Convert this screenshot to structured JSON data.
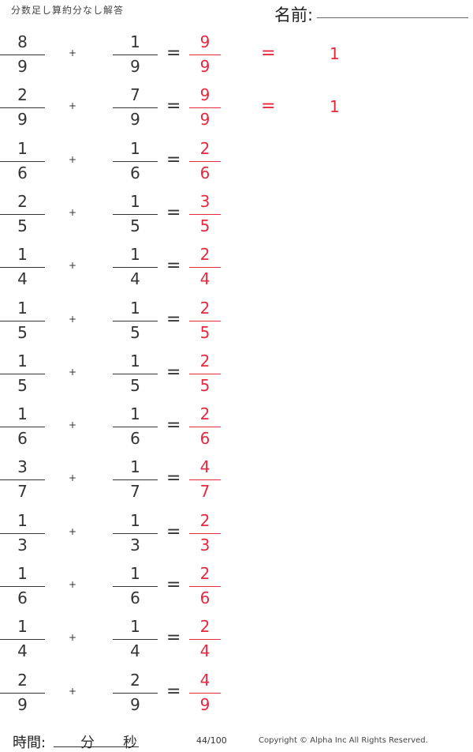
{
  "header": {
    "title": "分数足し算約分なし解答",
    "name_label": "名前:"
  },
  "problems": [
    {
      "a_num": "8",
      "a_den": "9",
      "b_num": "1",
      "b_den": "9",
      "ans_num": "9",
      "ans_den": "9",
      "simplified": "1"
    },
    {
      "a_num": "2",
      "a_den": "9",
      "b_num": "7",
      "b_den": "9",
      "ans_num": "9",
      "ans_den": "9",
      "simplified": "1"
    },
    {
      "a_num": "1",
      "a_den": "6",
      "b_num": "1",
      "b_den": "6",
      "ans_num": "2",
      "ans_den": "6"
    },
    {
      "a_num": "2",
      "a_den": "5",
      "b_num": "1",
      "b_den": "5",
      "ans_num": "3",
      "ans_den": "5"
    },
    {
      "a_num": "1",
      "a_den": "4",
      "b_num": "1",
      "b_den": "4",
      "ans_num": "2",
      "ans_den": "4"
    },
    {
      "a_num": "1",
      "a_den": "5",
      "b_num": "1",
      "b_den": "5",
      "ans_num": "2",
      "ans_den": "5"
    },
    {
      "a_num": "1",
      "a_den": "5",
      "b_num": "1",
      "b_den": "5",
      "ans_num": "2",
      "ans_den": "5"
    },
    {
      "a_num": "1",
      "a_den": "6",
      "b_num": "1",
      "b_den": "6",
      "ans_num": "2",
      "ans_den": "6"
    },
    {
      "a_num": "3",
      "a_den": "7",
      "b_num": "1",
      "b_den": "7",
      "ans_num": "4",
      "ans_den": "7"
    },
    {
      "a_num": "1",
      "a_den": "3",
      "b_num": "1",
      "b_den": "3",
      "ans_num": "2",
      "ans_den": "3"
    },
    {
      "a_num": "1",
      "a_den": "6",
      "b_num": "1",
      "b_den": "6",
      "ans_num": "2",
      "ans_den": "6"
    },
    {
      "a_num": "1",
      "a_den": "4",
      "b_num": "1",
      "b_den": "4",
      "ans_num": "2",
      "ans_den": "4"
    },
    {
      "a_num": "2",
      "a_den": "9",
      "b_num": "2",
      "b_den": "9",
      "ans_num": "4",
      "ans_den": "9"
    }
  ],
  "symbols": {
    "plus": "+",
    "equals": "="
  },
  "footer": {
    "time_label": "時間:",
    "minutes": "分",
    "seconds": "秒",
    "page": "44/100",
    "copyright": "Copyright © Alpha Inc All Rights Reserved."
  },
  "colors": {
    "answer": "#e8283c"
  }
}
